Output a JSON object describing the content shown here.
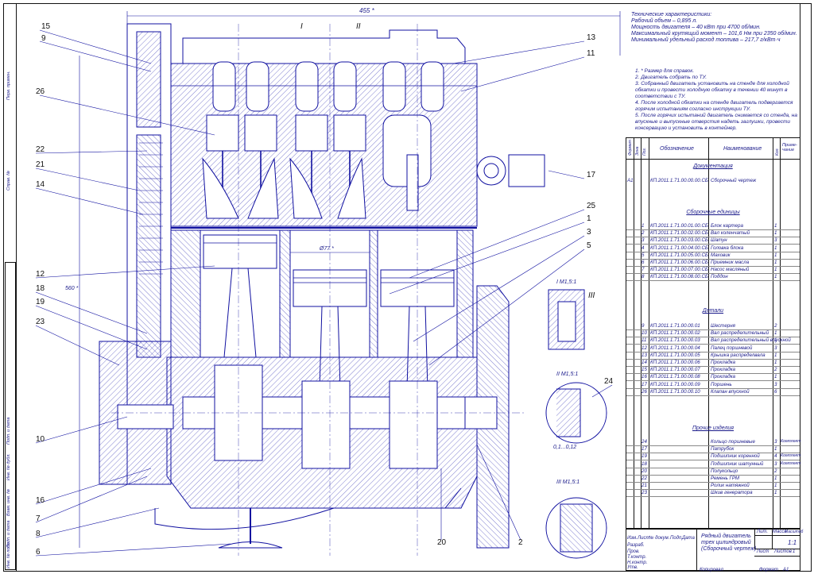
{
  "specs": {
    "heading": "Технические характеристики:",
    "lines": [
      "Рабочий объем – 0,895 л.",
      "Мощность двигателя – 40 кВт при 4700 об/мин.",
      "Максимальный крутящий момент – 101,6 Нм при 2350 об/мин.",
      "Минимальный удельный расход топлива – 217,7 г/кВт·ч"
    ]
  },
  "notes": [
    "1. * Размер для справок.",
    "2. Двигатель собрать по ТУ.",
    "3. Собранный двигатель установить на стенде для холодной обкатки и провести холодную обкатку в течении 40 минут в соответствии с ТУ.",
    "4. После холодной обкатки на стенде двигатель подвергается горячим испытаниям согласно инструкции ТУ.",
    "5. После горячих испытаний двигатель снимается со стенда, на впускные и выпускные отверстия надеть заглушки, провести консервацию и установить в контейнер."
  ],
  "bom": {
    "headers": {
      "format": "Формат",
      "zone": "Зона",
      "pos": "Поз.",
      "designation": "Обозначение",
      "name": "Наименование",
      "qty": "Кол.",
      "note": "Приме-чание"
    },
    "sections": {
      "docs": "Документация",
      "assemblies": "Сборочные единицы",
      "parts": "Детали",
      "other": "Прочие изделия"
    },
    "docs": [
      {
        "format": "А1",
        "pos": "",
        "designation": "КП.2011.1.71.00.00.00.СБ",
        "name": "Сборочный чертеж",
        "qty": "",
        "note": ""
      }
    ],
    "assemblies": [
      {
        "pos": "1",
        "designation": "КП.2011.1.71.00.01.00.СБ",
        "name": "Блок картера",
        "qty": "1"
      },
      {
        "pos": "2",
        "designation": "КП.2011.1.71.00.02.00.СБ",
        "name": "Вал коленчатый",
        "qty": "1"
      },
      {
        "pos": "3",
        "designation": "КП.2011.1.71.00.03.00.СБ",
        "name": "Шатун",
        "qty": "3"
      },
      {
        "pos": "4",
        "designation": "КП.2011.1.71.00.04.00.СБ",
        "name": "Головка блока",
        "qty": "1"
      },
      {
        "pos": "5",
        "designation": "КП.2011.1.71.00.05.00.СБ",
        "name": "Маховик",
        "qty": "1"
      },
      {
        "pos": "6",
        "designation": "КП.2011.1.71.00.06.00.СБ",
        "name": "Приемник масла",
        "qty": "1"
      },
      {
        "pos": "7",
        "designation": "КП.2011.1.71.00.07.00.СБ",
        "name": "Насос масляный",
        "qty": "1"
      },
      {
        "pos": "8",
        "designation": "КП.2011.1.71.00.08.00.СБ",
        "name": "Поддон",
        "qty": "1"
      }
    ],
    "parts": [
      {
        "pos": "9",
        "designation": "КП.2011.1.71.00.00.01",
        "name": "Шестерня",
        "qty": "2"
      },
      {
        "pos": "10",
        "designation": "КП.2011.1.71.00.00.02",
        "name": "Вал распределительный",
        "qty": "1"
      },
      {
        "pos": "11",
        "designation": "КП.2011.1.71.00.00.03",
        "name": "Вал распределительный впускной",
        "qty": "1"
      },
      {
        "pos": "12",
        "designation": "КП.2011.1.71.00.00.04",
        "name": "Палец поршневой",
        "qty": "3"
      },
      {
        "pos": "13",
        "designation": "КП.2011.1.71.00.00.05",
        "name": "Крышка распределвала",
        "qty": "1"
      },
      {
        "pos": "14",
        "designation": "КП.2011.1.71.00.00.06",
        "name": "Прокладка",
        "qty": "1"
      },
      {
        "pos": "15",
        "designation": "КП.2011.1.71.00.00.07",
        "name": "Прокладка",
        "qty": "2"
      },
      {
        "pos": "16",
        "designation": "КП.2011.1.71.00.00.08",
        "name": "Прокладка",
        "qty": "1"
      },
      {
        "pos": "17",
        "designation": "КП.2011.1.71.00.00.09",
        "name": "Поршень",
        "qty": "3"
      },
      {
        "pos": "26",
        "designation": "КП.2011.1.71.00.00.10",
        "name": "Клапан впускной",
        "qty": "6"
      }
    ],
    "other": [
      {
        "pos": "24",
        "name": "Кольцо поршневые",
        "qty": "3",
        "note": "Комплект"
      },
      {
        "pos": "17",
        "name": "Патрубок",
        "qty": "1",
        "note": ""
      },
      {
        "pos": "19",
        "name": "Подшипник коренной",
        "qty": "4",
        "note": "Комплект"
      },
      {
        "pos": "18",
        "name": "Подшипник шатунный",
        "qty": "3",
        "note": "Комплект"
      },
      {
        "pos": "20",
        "name": "Полукольцо",
        "qty": "2",
        "note": ""
      },
      {
        "pos": "22",
        "name": "Ремень ГРМ",
        "qty": "1",
        "note": ""
      },
      {
        "pos": "21",
        "name": "Ролик натяжной",
        "qty": "1",
        "note": ""
      },
      {
        "pos": "23",
        "name": "Шкив генератора",
        "qty": "1",
        "note": ""
      }
    ]
  },
  "title_block": {
    "title": [
      "Рядный двигатель",
      "трех цилиндровый",
      "(Сборочный чертеж)"
    ],
    "lit": "Лит.",
    "mass": "Масса",
    "scale": "Масштаб",
    "scale_value": "1:1",
    "sheet": "Лист",
    "sheets": "Листов",
    "sheets_count": "1",
    "rows": [
      "Изм.",
      "Лист",
      "№ докум.",
      "Подп.",
      "Дата"
    ],
    "roles": [
      "Разраб.",
      "Пров.",
      "Т.контр.",
      "Н.контр.",
      "Утв."
    ],
    "copied": "Копировал",
    "format": "Формат",
    "format_value": "А1"
  },
  "dims": {
    "width": "455 *",
    "height": "560 *",
    "bore": "Ø77 *",
    "gap": "0,1...0,12"
  },
  "views": {
    "v1": "I M1,5:1",
    "v2": "II M1,5:1",
    "v3": "III M1,5:1"
  },
  "roman": [
    "I",
    "II",
    "III"
  ],
  "callouts_left": [
    "15",
    "9",
    "26",
    "22",
    "21",
    "14",
    "12",
    "18",
    "19",
    "23",
    "10",
    "16",
    "7",
    "8",
    "6"
  ],
  "callouts_right": [
    "13",
    "11",
    "17",
    "25",
    "1",
    "3",
    "5",
    "24",
    "20",
    "2"
  ],
  "side_strip": [
    "Перв. примен.",
    "Справ. №",
    "Подп. и дата",
    "Инв. № дубл.",
    "Взам. инв. №",
    "Подп. и дата",
    "Инв. № подл."
  ]
}
